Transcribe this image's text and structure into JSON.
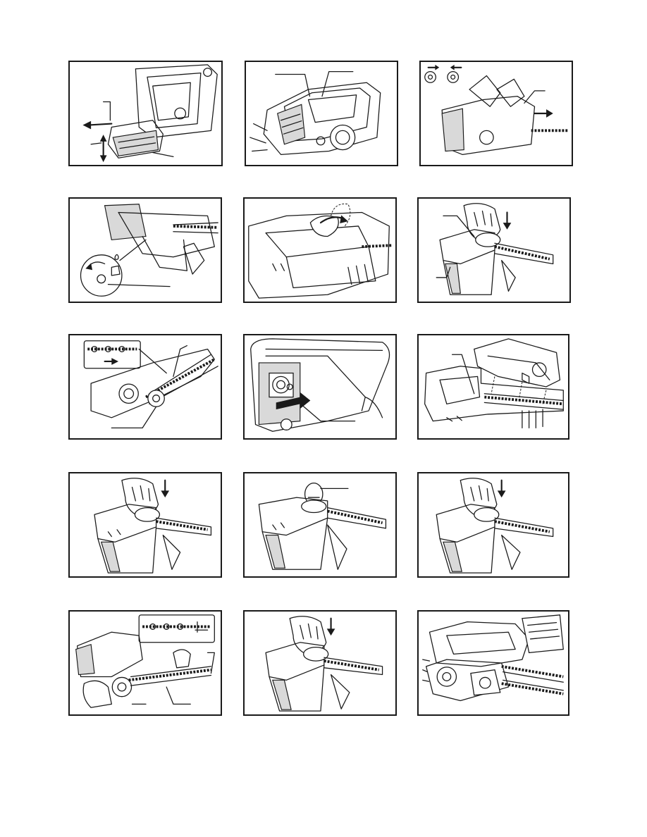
{
  "page": {
    "title": "",
    "panel_count": 15
  },
  "panels": [
    {
      "id": "fig1",
      "subject": "battery-removal"
    },
    {
      "id": "fig2",
      "subject": "tool-top-view"
    },
    {
      "id": "fig3",
      "subject": "chain-brake-check"
    },
    {
      "id": "fig4",
      "subject": "oil-adjust-screw"
    },
    {
      "id": "fig5",
      "subject": "sprocket-cover-lever"
    },
    {
      "id": "fig6",
      "subject": "lever-press"
    },
    {
      "id": "fig7",
      "subject": "chain-direction"
    },
    {
      "id": "fig8",
      "subject": "sprocket-slide"
    },
    {
      "id": "fig9",
      "subject": "cover-removal"
    },
    {
      "id": "fig10",
      "subject": "lever-press-2"
    },
    {
      "id": "fig11",
      "subject": "lever-raised"
    },
    {
      "id": "fig12",
      "subject": "lever-press-3"
    },
    {
      "id": "fig13",
      "subject": "chain-install"
    },
    {
      "id": "fig14",
      "subject": "lever-press-4"
    },
    {
      "id": "fig15",
      "subject": "chain-assembled"
    }
  ]
}
